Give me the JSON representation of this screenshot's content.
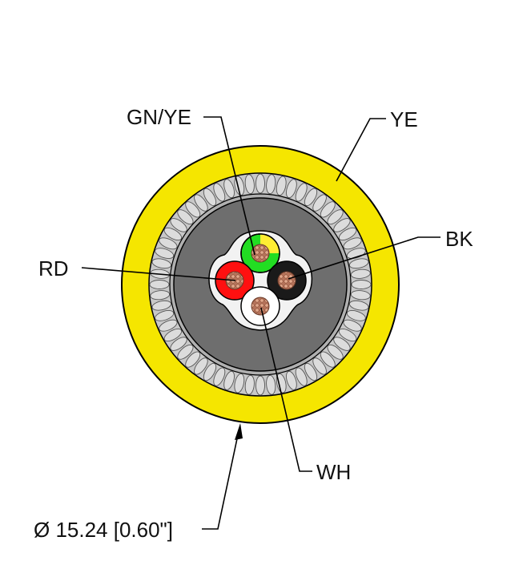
{
  "diagram": {
    "labels": {
      "gn_ye": "GN/YE",
      "ye": "YE",
      "bk": "BK",
      "rd": "RD",
      "wh": "WH",
      "diameter": "Ø 15.24 [0.60\"]"
    },
    "colors": {
      "outer_jacket": "#f5e600",
      "shield_braid": "#c8c8c8",
      "inner_jacket": "#6e6e6e",
      "core_green": "#22dd22",
      "core_yellow": "#ffee33",
      "core_red": "#ff1010",
      "core_black": "#1a1a1a",
      "core_white": "#ffffff",
      "conductor": "#c98a6e"
    }
  }
}
